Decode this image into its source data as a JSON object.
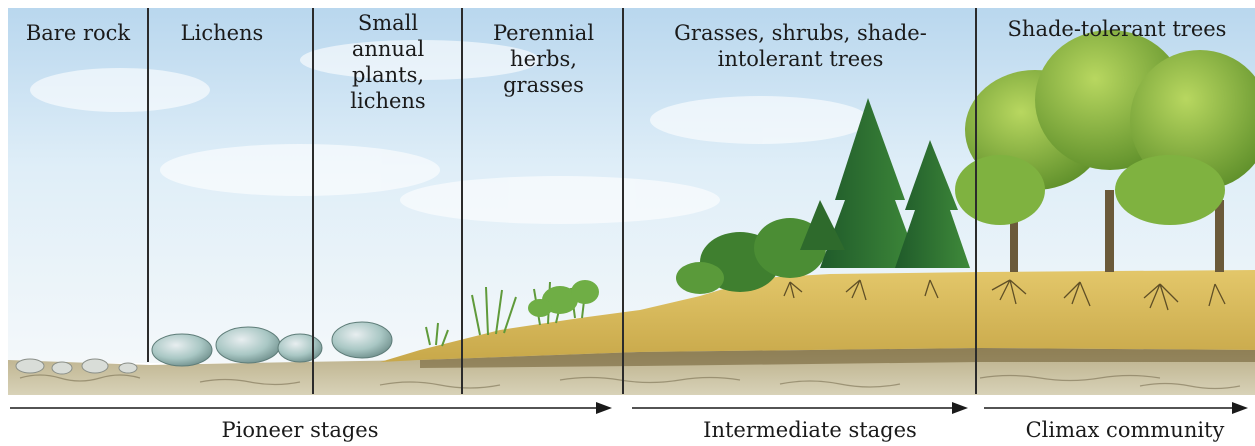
{
  "stages": {
    "bare_rock": "Bare rock",
    "lichens": "Lichens",
    "small_annual": "Small\nannual\nplants,\nlichens",
    "perennial": "Perennial\nherbs,\ngrasses",
    "grasses_shrubs": "Grasses, shrubs, shade-\nintolerant trees",
    "shade_tolerant": "Shade-tolerant trees"
  },
  "phases": {
    "pioneer": "Pioneer stages",
    "intermediate": "Intermediate stages",
    "climax": "Climax community"
  }
}
